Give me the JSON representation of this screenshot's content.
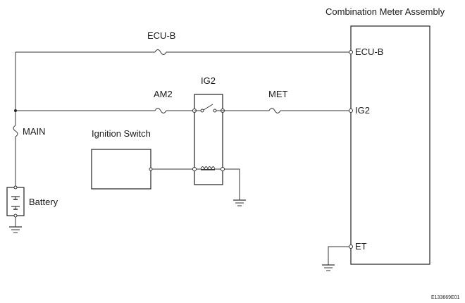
{
  "labels": {
    "assembly": "Combination Meter Assembly",
    "fuse_ecub": "ECU-B",
    "fuse_am2": "AM2",
    "fuse_met": "MET",
    "fuse_main": "MAIN",
    "relay": "IG2",
    "ignition_switch": "Ignition Switch",
    "battery": "Battery",
    "pin_ecub": "ECU-B",
    "pin_ig2": "IG2",
    "pin_et": "ET",
    "figure_code": "E133669E01"
  }
}
